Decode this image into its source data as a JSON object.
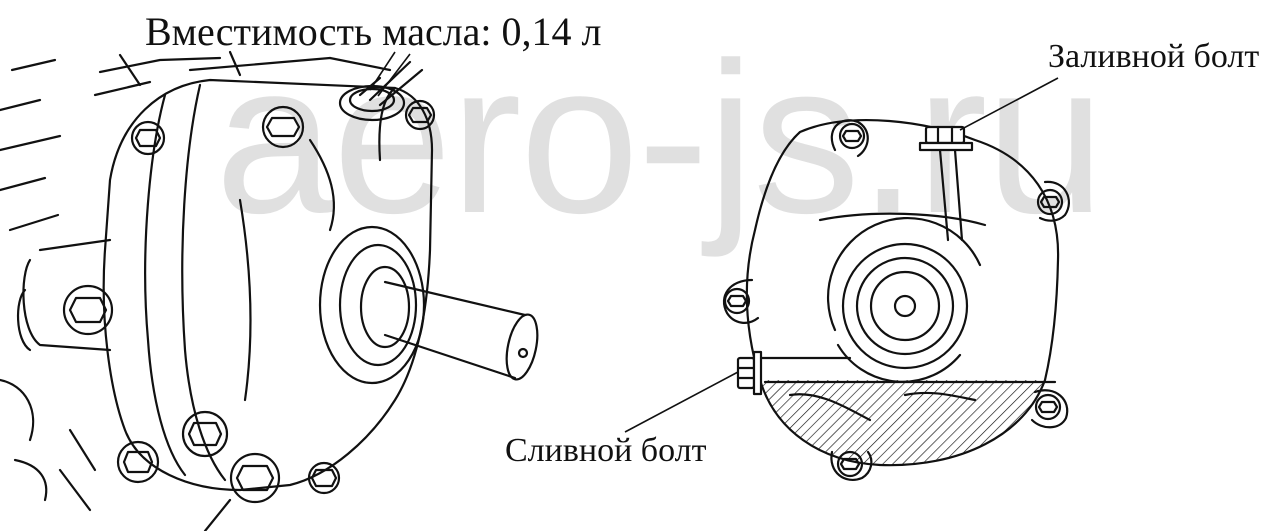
{
  "watermark": {
    "text": "aero-js.ru"
  },
  "labels": {
    "oil_capacity": "Вместимость масла: 0,14 л",
    "fill_bolt": "Заливной болт",
    "drain_bolt": "Сливной болт"
  },
  "colors": {
    "ink": "#111111",
    "watermark": "#d6d6d6",
    "background": "#ffffff"
  }
}
